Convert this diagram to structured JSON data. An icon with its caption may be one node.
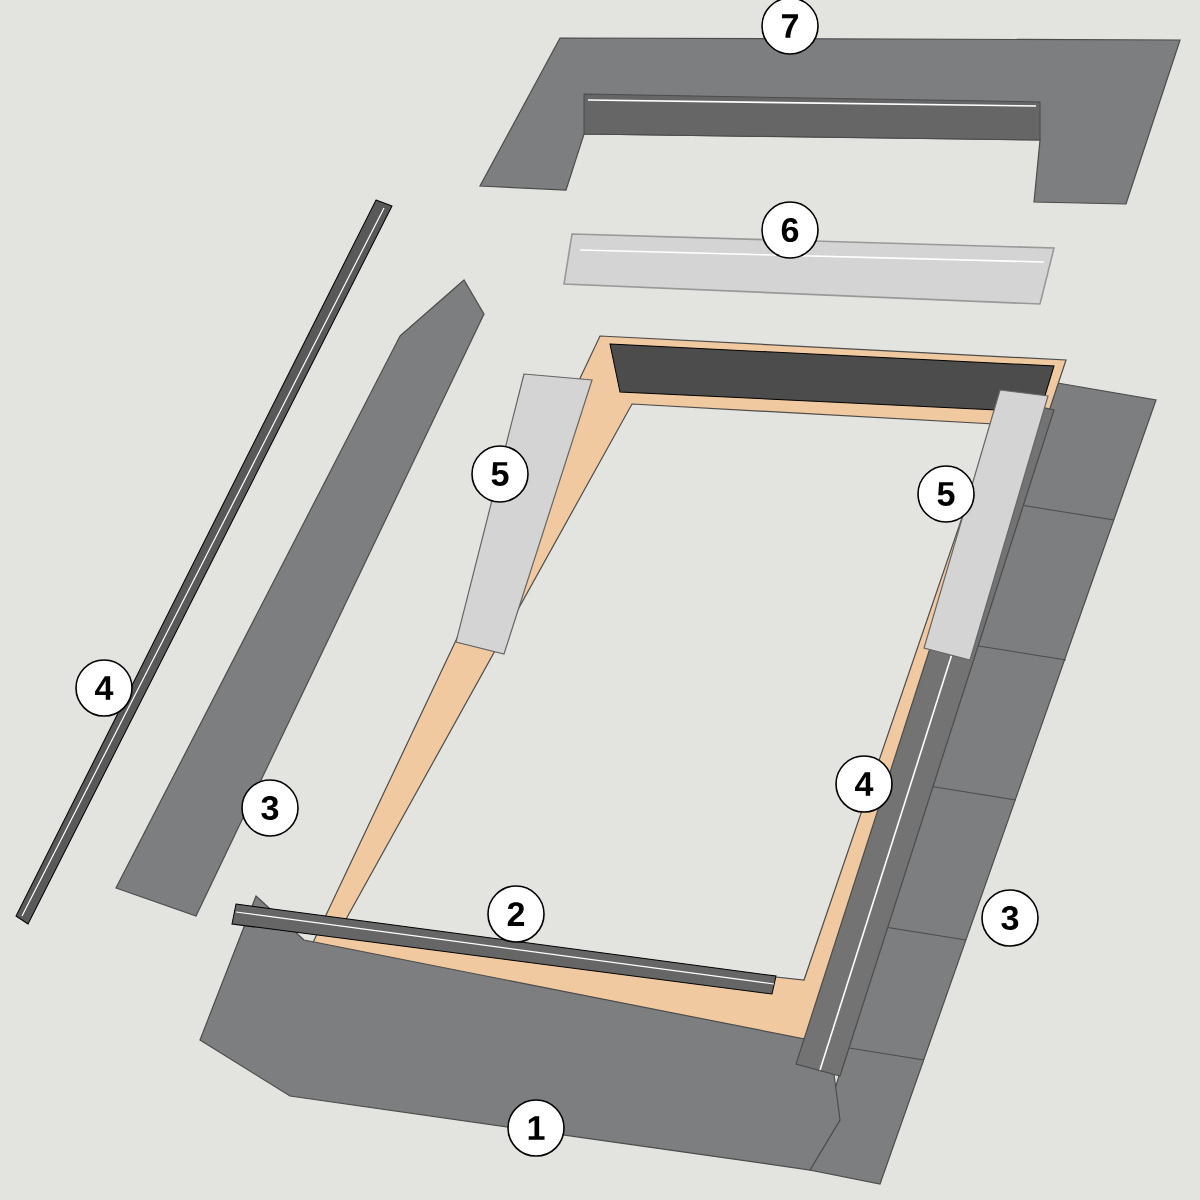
{
  "diagram": {
    "labels": [
      "7",
      "6",
      "5",
      "5",
      "4",
      "4",
      "3",
      "2",
      "3",
      "1"
    ]
  }
}
